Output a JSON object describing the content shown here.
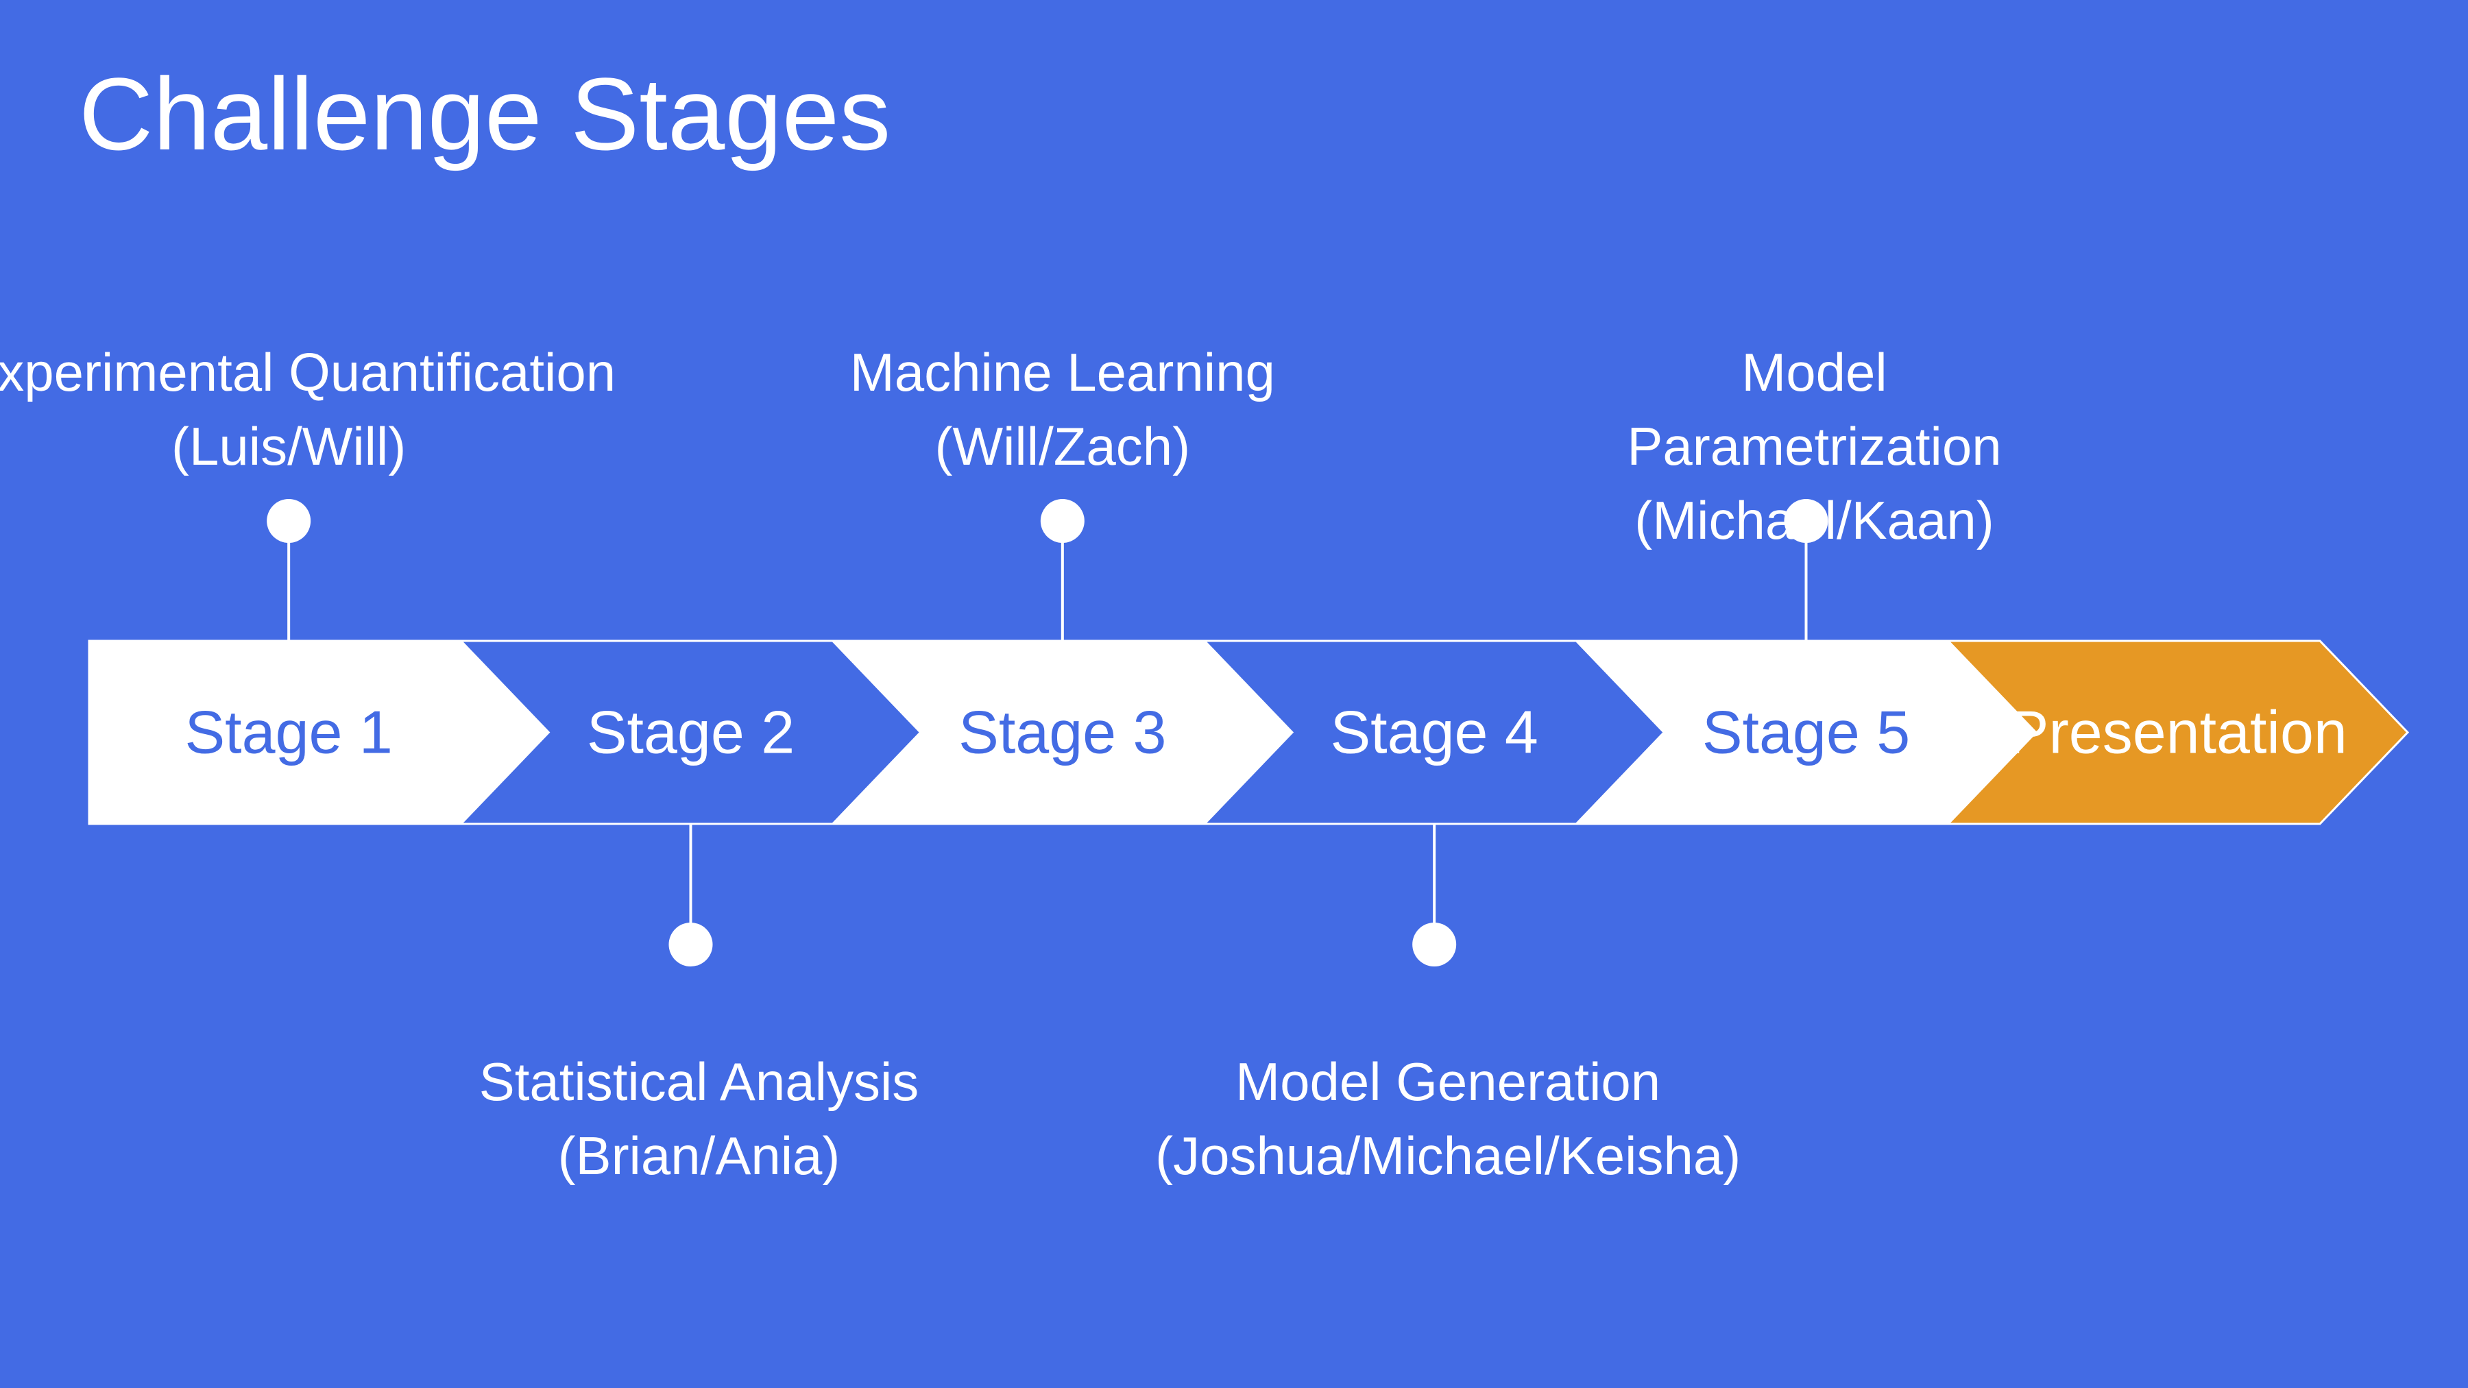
{
  "slide": {
    "title": "Challenge Stages"
  },
  "colors": {
    "background": "#436be4",
    "white": "#ffffff",
    "blue": "#436be4",
    "orange": "#e69824"
  },
  "stages": [
    {
      "label": "Stage 1",
      "fill": "#ffffff",
      "text_color": "#436be4"
    },
    {
      "label": "Stage 2",
      "fill": "#436be4",
      "text_color": "#ffffff"
    },
    {
      "label": "Stage 3",
      "fill": "#ffffff",
      "text_color": "#436be4"
    },
    {
      "label": "Stage 4",
      "fill": "#436be4",
      "text_color": "#ffffff"
    },
    {
      "label": "Stage 5",
      "fill": "#ffffff",
      "text_color": "#436be4"
    },
    {
      "label": "Presentation",
      "fill": "#e69824",
      "text_color": "#ffffff"
    }
  ],
  "annotations": [
    {
      "stage": "Stage 1",
      "side": "above",
      "lines": [
        "Experimental Quantification",
        "(Luis/Will)"
      ]
    },
    {
      "stage": "Stage 2",
      "side": "below",
      "lines": [
        "Statistical Analysis",
        "(Brian/Ania)"
      ]
    },
    {
      "stage": "Stage 3",
      "side": "above",
      "lines": [
        "Machine Learning",
        "(Will/Zach)"
      ]
    },
    {
      "stage": "Stage 4",
      "side": "below",
      "lines": [
        "Model Generation",
        "(Joshua/Michael/Keisha)"
      ]
    },
    {
      "stage": "Stage 5",
      "side": "above",
      "lines": [
        "Model",
        "Parametrization",
        "(Michael/Kaan)"
      ]
    }
  ]
}
